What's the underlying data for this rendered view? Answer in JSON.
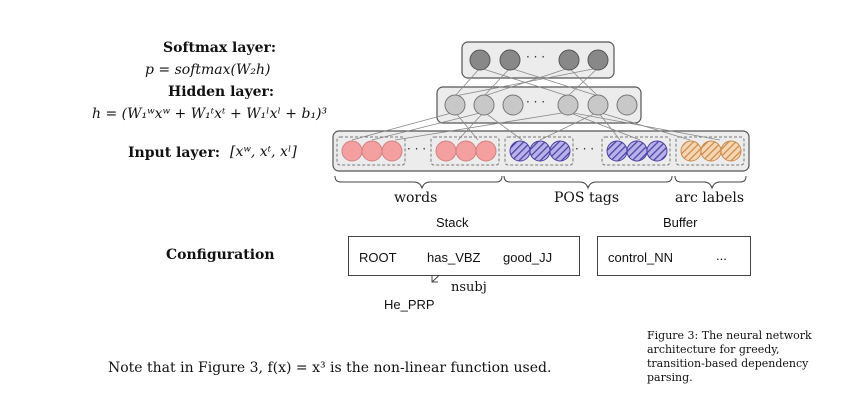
{
  "left_labels": {
    "softmax_title": "Softmax layer:",
    "softmax_formula": "p = softmax(W₂h)",
    "hidden_title": "Hidden layer:",
    "hidden_formula": "h = (W₁ʷxʷ + W₁ᵗxᵗ + W₁ˡxˡ + b₁)³",
    "input_title": "Input layer:",
    "input_formula": "[xʷ, xᵗ, xˡ]",
    "configuration": "Configuration"
  },
  "diagram": {
    "ellipsis": "· · ·",
    "group_labels": [
      "words",
      "POS tags",
      "arc labels"
    ],
    "colors": {
      "softmax_node": "#888888",
      "hidden_node": "#c8c8c8",
      "word_node": "#f4a0a0",
      "pos_node": "#7a6fc4",
      "arc_node": "#e8b07a",
      "layer_box": "#ececec"
    }
  },
  "configuration": {
    "stack_label": "Stack",
    "buffer_label": "Buffer",
    "stack_tokens": [
      "ROOT",
      "has_VBZ",
      "good_JJ"
    ],
    "buffer_tokens": [
      "control_NN",
      "..."
    ],
    "arc_label": "nsubj",
    "dependent": "He_PRP"
  },
  "note": "Note that in Figure 3, f(x) = x³ is the non-linear function used.",
  "caption": "Figure 3: The neural network architecture for greedy, transition-based dependency parsing."
}
